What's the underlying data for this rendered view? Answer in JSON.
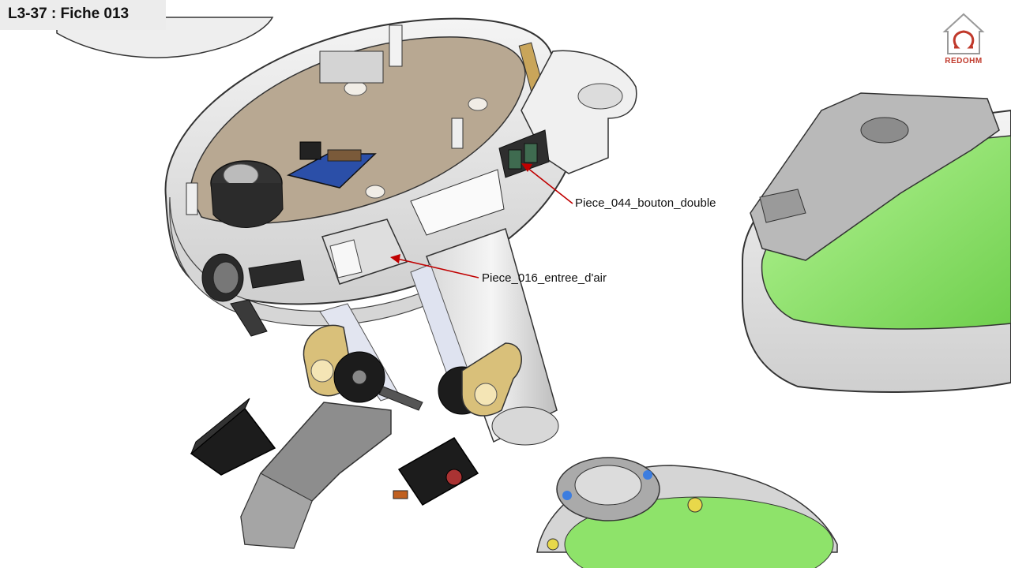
{
  "header": {
    "title": "L3-37 : Fiche 013"
  },
  "logo": {
    "text": "REDOHM"
  },
  "callouts": [
    {
      "id": "bouton",
      "text": "Piece_044_bouton_double"
    },
    {
      "id": "entree",
      "text": "Piece_016_entree_d'air"
    }
  ],
  "colors": {
    "callout_line": "#c00000",
    "plate": "#b8a892",
    "shell": "#e9e9e9",
    "shell_shadow": "#cfcfcf",
    "green_part": "#8ee36a",
    "servo": "#1c1c1c",
    "brass": "#d9c07a",
    "logo_red": "#c0392b"
  }
}
